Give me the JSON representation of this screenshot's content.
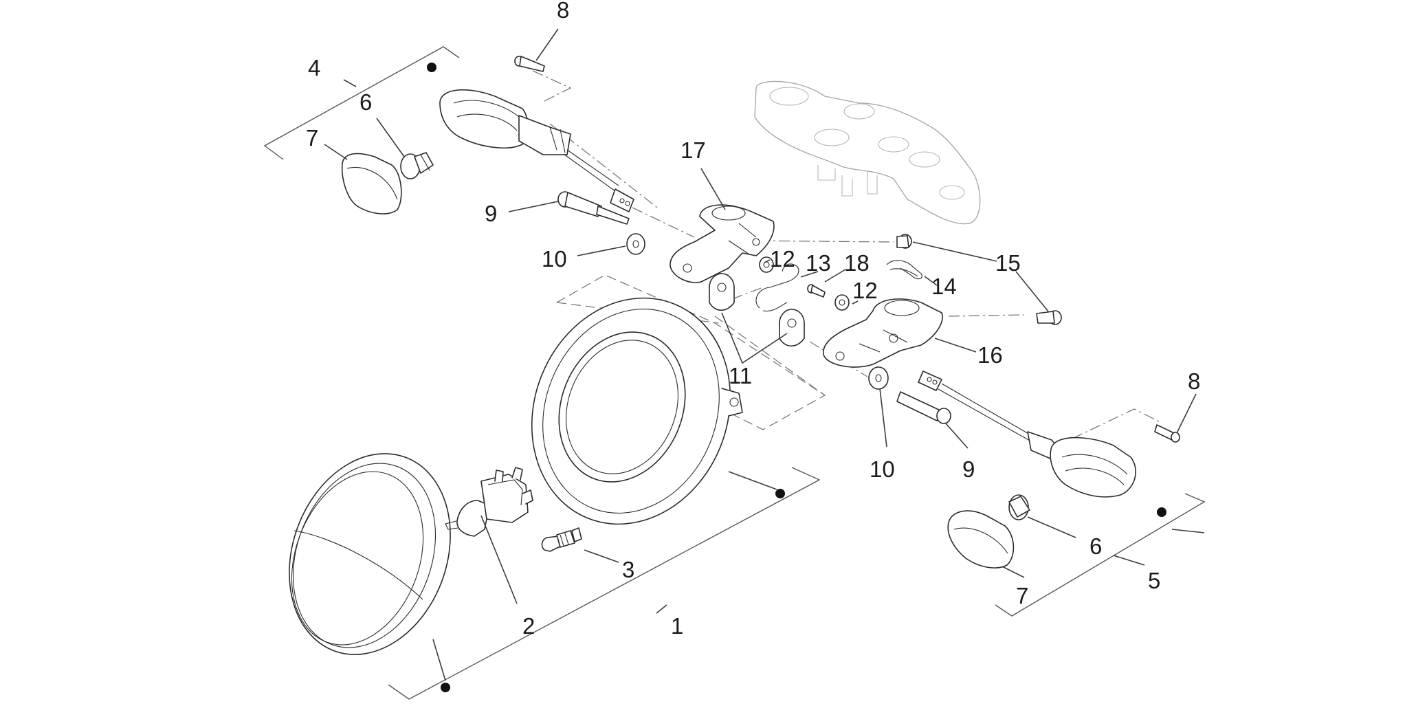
{
  "callouts": {
    "c1": "1",
    "c2": "2",
    "c3": "3",
    "c4": "4",
    "c5": "5",
    "c6_left": "6",
    "c6_right": "6",
    "c7_left": "7",
    "c7_right": "7",
    "c8_top": "8",
    "c8_right": "8",
    "c9_left": "9",
    "c9_right": "9",
    "c10_left": "10",
    "c10_right": "10",
    "c11": "11",
    "c12_upper": "12",
    "c12_lower": "12",
    "c13": "13",
    "c14": "14",
    "c15": "15",
    "c16": "16",
    "c17": "17",
    "c18": "18"
  }
}
